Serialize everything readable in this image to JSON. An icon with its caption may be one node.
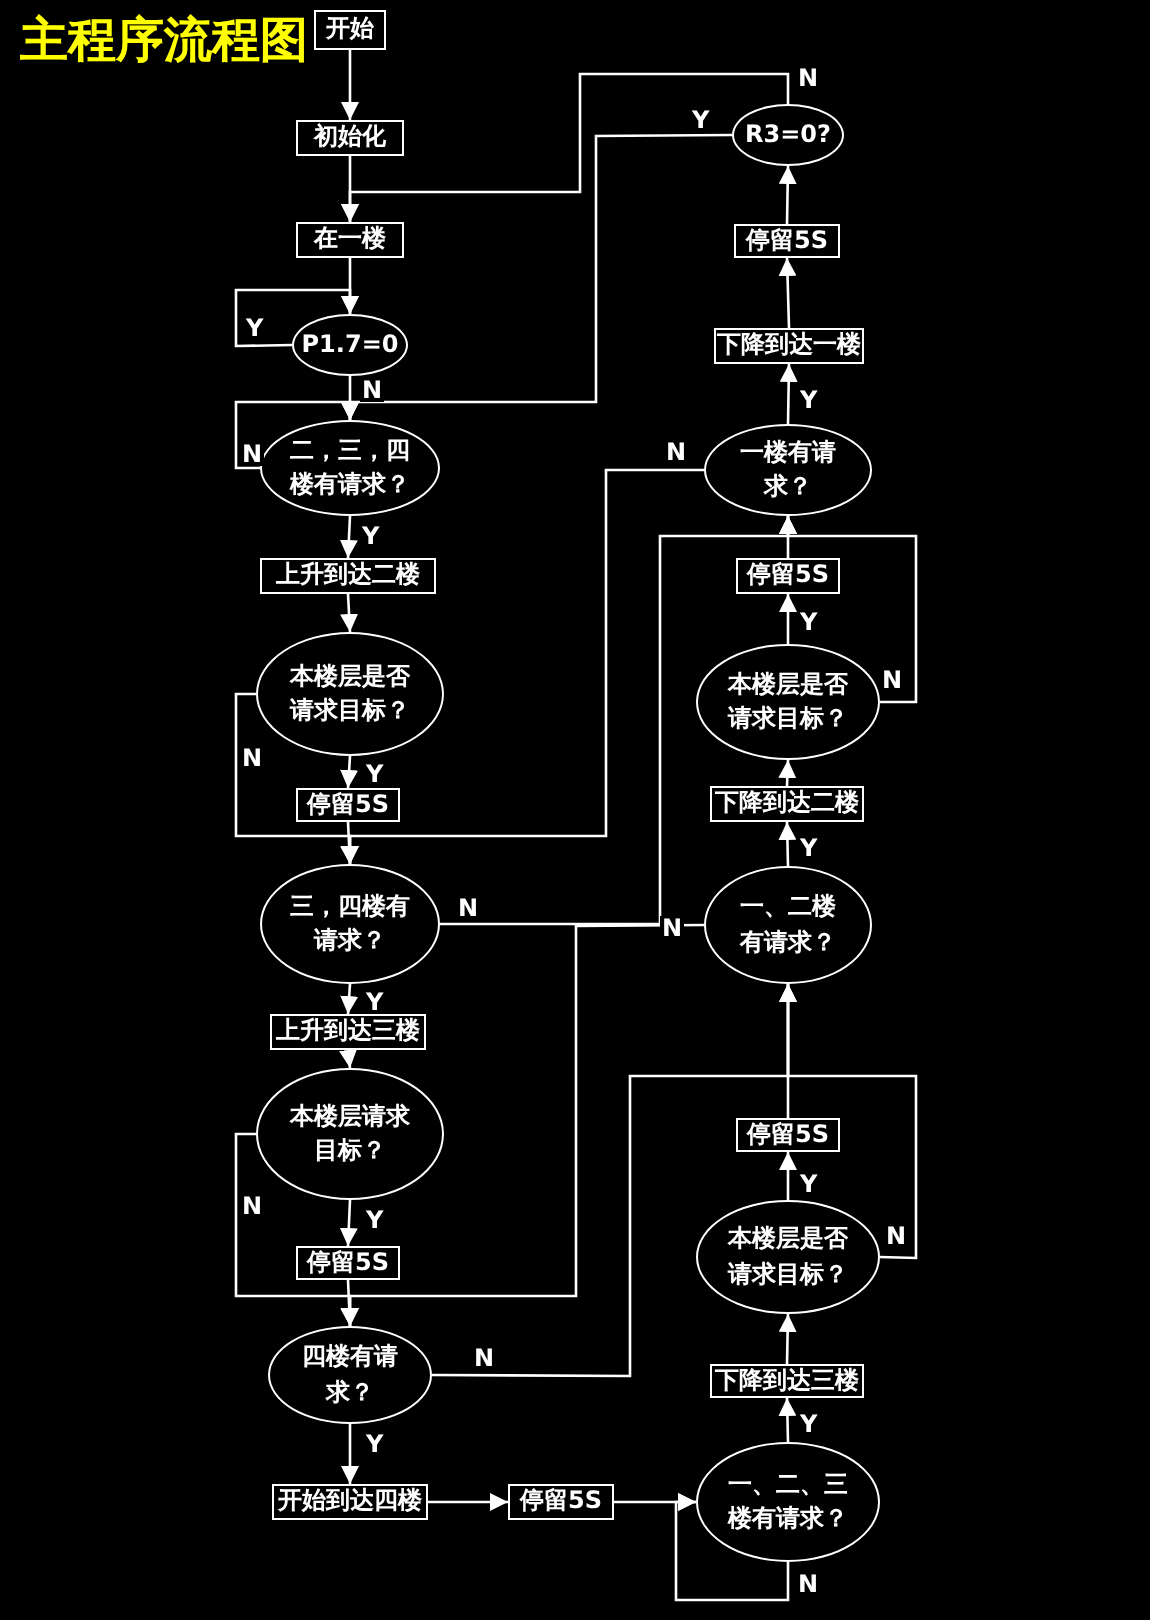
{
  "diagram": {
    "title": "主程序流程图",
    "nodes": [
      {
        "text": [
          "开始"
        ]
      },
      {
        "text": [
          "初始化"
        ]
      },
      {
        "text": [
          "在一楼"
        ]
      },
      {
        "text": [
          "P1.7=0"
        ]
      },
      {
        "text": [
          "二，三，四楼有请求？"
        ]
      },
      {
        "text": [
          "上升到达二楼"
        ]
      },
      {
        "text": [
          "本楼层是否请求目标？"
        ]
      },
      {
        "text": [
          "停留5S"
        ]
      },
      {
        "text": [
          "三，四楼有请求？"
        ]
      },
      {
        "text": [
          "上升到达三楼"
        ]
      },
      {
        "text": [
          "本楼层请求目标？"
        ]
      },
      {
        "text": [
          "停留5S"
        ]
      },
      {
        "text": [
          "四楼有请求？"
        ]
      },
      {
        "text": [
          "开始到达四楼"
        ]
      },
      {
        "text": [
          "停留5S"
        ]
      },
      {
        "text": [
          "一、二、三楼有请求？"
        ]
      },
      {
        "text": [
          "下降到达三楼"
        ]
      },
      {
        "text": [
          "本楼层是否请求目标？"
        ]
      },
      {
        "text": [
          "停留5S"
        ]
      },
      {
        "text": [
          "一、二楼有请求？"
        ]
      },
      {
        "text": [
          "下降到达二楼"
        ]
      },
      {
        "text": [
          "本楼层是否请求目标？"
        ]
      },
      {
        "text": [
          "停留5S"
        ]
      },
      {
        "text": [
          "一楼有请求？"
        ]
      },
      {
        "text": [
          "下降到达一楼"
        ]
      },
      {
        "text": [
          "停留5S"
        ]
      },
      {
        "text": [
          "R3=0?"
        ]
      }
    ],
    "edges": [
      {
        "from": 0,
        "to": 1,
        "arrow": "to"
      },
      {
        "from": 1,
        "to": 2,
        "arrow": "to"
      },
      {
        "from": 2,
        "to": 3,
        "arrow": "to"
      },
      {
        "from": 3,
        "to": 3,
        "arrow": "to",
        "label": "Y"
      },
      {
        "from": 3,
        "to": 4,
        "arrow": "to",
        "label": "N"
      },
      {
        "from": 4,
        "to": 4,
        "arrow": "to",
        "label": "N"
      },
      {
        "from": 4,
        "to": 5,
        "arrow": "to",
        "label": "Y"
      },
      {
        "from": 5,
        "to": 6,
        "arrow": "to"
      },
      {
        "from": 6,
        "to": 7,
        "arrow": "to",
        "label": "Y"
      },
      {
        "from": 6,
        "to": 8,
        "arrow": "to",
        "label": "N"
      },
      {
        "from": 7,
        "to": 8,
        "arrow": "to"
      },
      {
        "from": 8,
        "to": 9,
        "arrow": "to",
        "label": "Y"
      },
      {
        "from": 8,
        "to": 23,
        "arrow": "to",
        "label": "N"
      },
      {
        "from": 9,
        "to": 10,
        "arrow": "to"
      },
      {
        "from": 10,
        "to": 11,
        "arrow": "to",
        "label": "Y"
      },
      {
        "from": 10,
        "to": 12,
        "arrow": "to",
        "label": "N"
      },
      {
        "from": 11,
        "to": 12,
        "arrow": "to"
      },
      {
        "from": 12,
        "to": 13,
        "arrow": "to",
        "label": "Y"
      },
      {
        "from": 12,
        "to": 19,
        "arrow": "to",
        "label": "N"
      },
      {
        "from": 13,
        "to": 14,
        "arrow": "to"
      },
      {
        "from": 14,
        "to": 15,
        "arrow": "to"
      },
      {
        "from": 15,
        "to": 15,
        "arrow": "to",
        "label": "N"
      },
      {
        "from": 15,
        "to": 16,
        "arrow": "to",
        "label": "Y"
      },
      {
        "from": 16,
        "to": 17,
        "arrow": "to"
      },
      {
        "from": 17,
        "to": 18,
        "arrow": "to",
        "label": "Y"
      },
      {
        "from": 17,
        "to": 19,
        "arrow": "to",
        "label": "N"
      },
      {
        "from": 18,
        "to": 19,
        "arrow": "to"
      },
      {
        "from": 19,
        "to": 12,
        "arrow": "to",
        "label": "N"
      },
      {
        "from": 19,
        "to": 20,
        "arrow": "to",
        "label": "Y"
      },
      {
        "from": 20,
        "to": 21,
        "arrow": "to"
      },
      {
        "from": 21,
        "to": 22,
        "arrow": "to",
        "label": "Y"
      },
      {
        "from": 21,
        "to": 23,
        "arrow": "to",
        "label": "N"
      },
      {
        "from": 22,
        "to": 23,
        "arrow": "to"
      },
      {
        "from": 23,
        "to": 8,
        "arrow": "to",
        "label": "N"
      },
      {
        "from": 23,
        "to": 24,
        "arrow": "to",
        "label": "Y"
      },
      {
        "from": 24,
        "to": 25,
        "arrow": "to"
      },
      {
        "from": 25,
        "to": 26,
        "arrow": "to"
      },
      {
        "from": 26,
        "to": 4,
        "arrow": "to",
        "label": "Y"
      },
      {
        "from": 26,
        "to": 2,
        "arrow": "to",
        "label": "N"
      }
    ]
  }
}
